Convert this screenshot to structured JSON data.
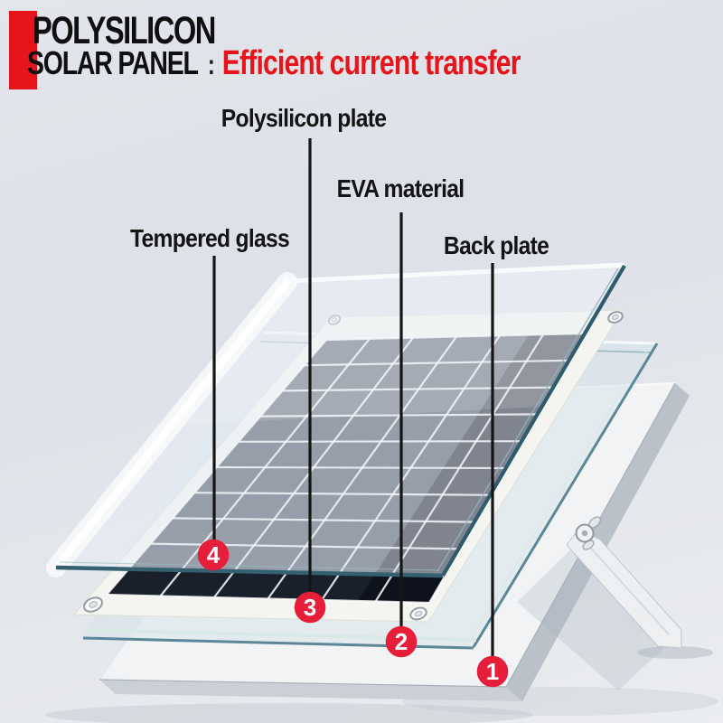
{
  "header": {
    "title_line1": "POLYSILICON",
    "title_line2": "SOLAR PANEL",
    "separator": ":",
    "subtitle": "Efficient current transfer"
  },
  "parts": [
    {
      "name": "Tempered glass",
      "callout": "4"
    },
    {
      "name": "Polysilicon plate",
      "callout": "3"
    },
    {
      "name": "EVA material",
      "callout": "2"
    },
    {
      "name": "Back plate",
      "callout": "1"
    }
  ],
  "colors": {
    "accent_red": "#e8141c",
    "badge_red": "#e71e39",
    "glass_edge_teal": "#35606f",
    "solar_cell_blue_gray": "#454e5c",
    "background": "#dfe3e9"
  }
}
